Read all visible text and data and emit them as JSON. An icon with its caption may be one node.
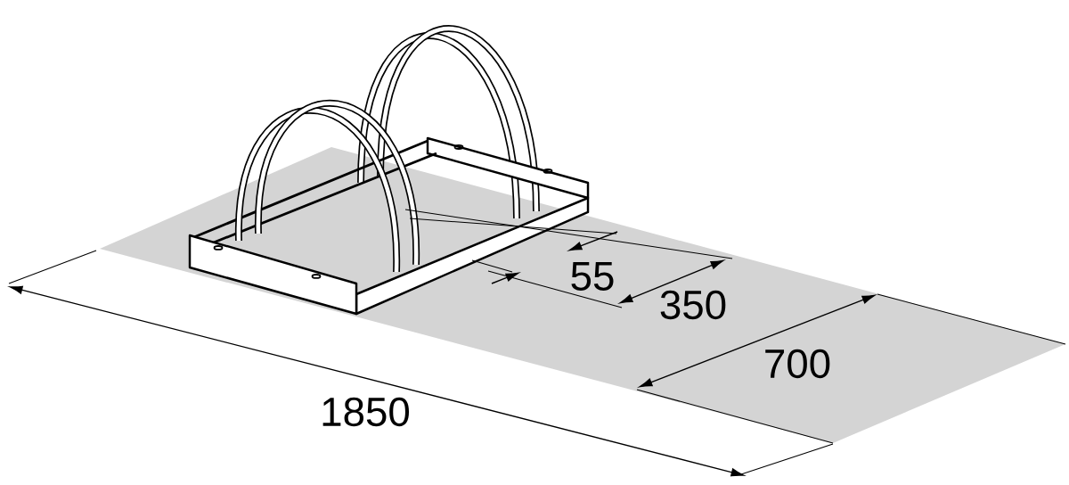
{
  "diagram": {
    "labels": [
      "55",
      "350",
      "700",
      "1850"
    ]
  }
}
